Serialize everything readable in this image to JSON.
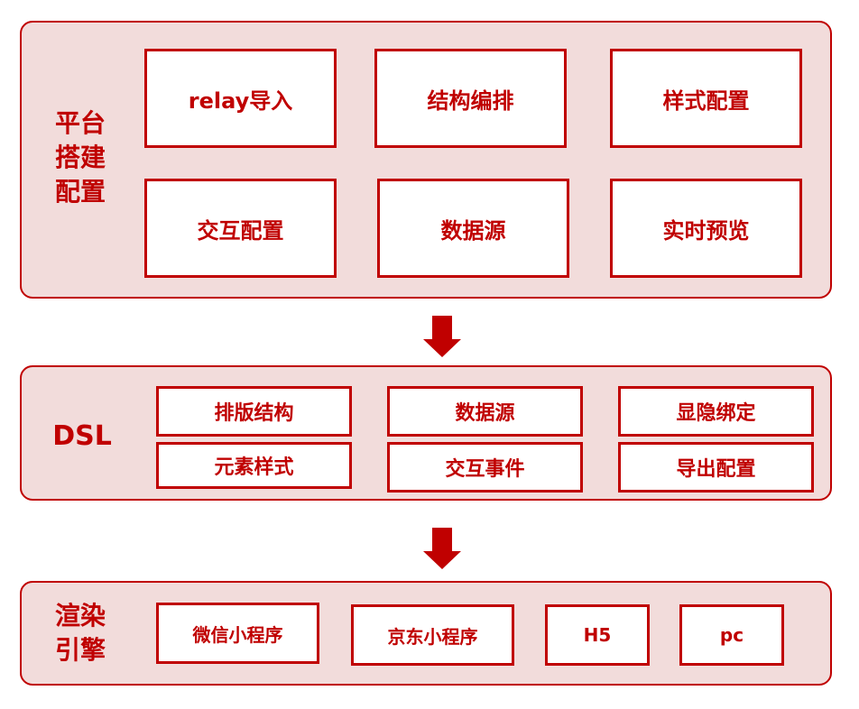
{
  "colors": {
    "accent": "#c00000",
    "panel_fill": "#f2dcdb",
    "box_fill": "#ffffff"
  },
  "platform": {
    "label": "平台\n搭建\n配置",
    "items": [
      "relay导入",
      "结构编排",
      "样式配置",
      "交互配置",
      "数据源",
      "实时预览"
    ]
  },
  "dsl": {
    "label": "DSL",
    "items": [
      "排版结构",
      "数据源",
      "显隐绑定",
      "元素样式",
      "交互事件",
      "导出配置"
    ]
  },
  "render": {
    "label": "渲染\n引擎",
    "items": [
      "微信小程序",
      "京东小程序",
      "H5",
      "pc"
    ]
  }
}
